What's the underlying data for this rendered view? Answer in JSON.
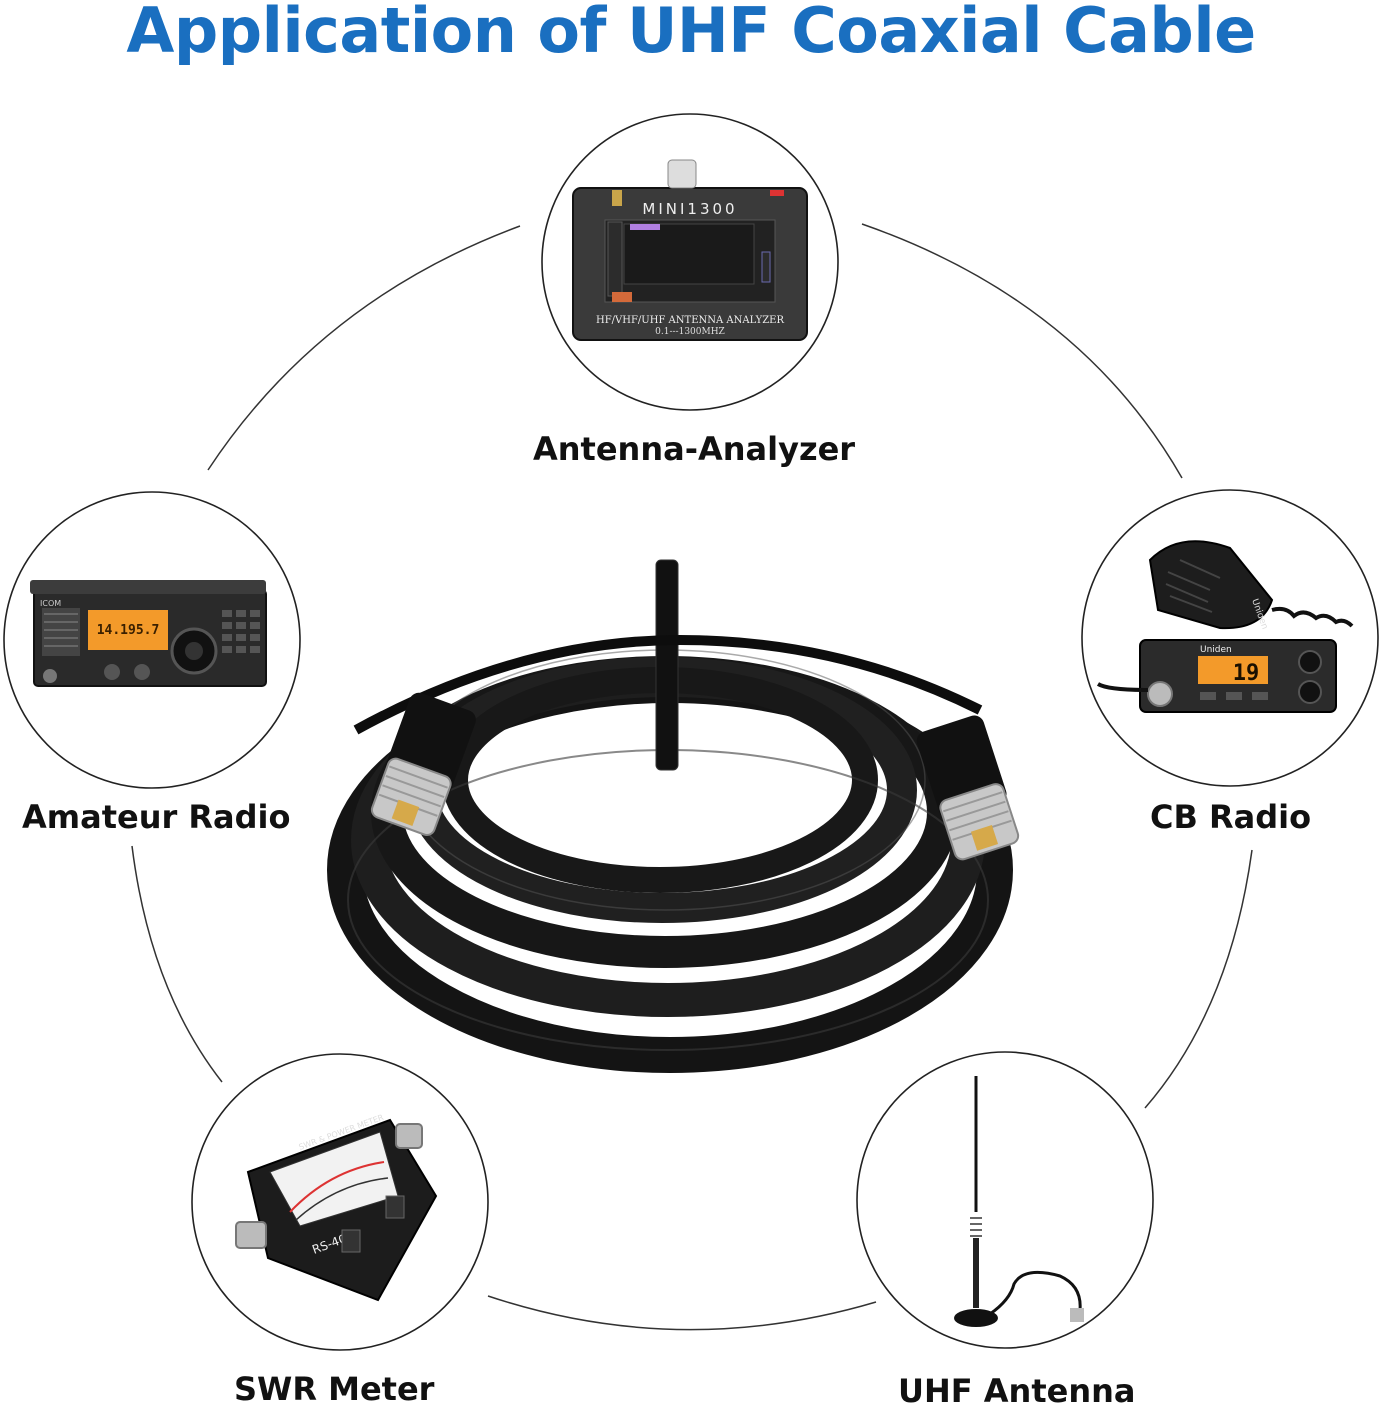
{
  "title": "Application of UHF Coaxial Cable",
  "devices": [
    {
      "id": "analyzer",
      "label": "Antenna-Analyzer",
      "screen_brand": "MINI1300",
      "screen_caption": "HF/VHF/UHF ANTENNA ANALYZER",
      "screen_range": "0.1---1300MHZ"
    },
    {
      "id": "amateur",
      "label": "Amateur Radio",
      "screen_freq": "14.195.7",
      "brand": "ICOM"
    },
    {
      "id": "cb",
      "label": "CB Radio",
      "brand": "Uniden",
      "screen_channel": "19"
    },
    {
      "id": "swr",
      "label": "SWR Meter",
      "model": "RS-40",
      "meter_title": "SWR & POWER METER"
    },
    {
      "id": "uhf",
      "label": "UHF Antenna"
    }
  ],
  "colors": {
    "title": "#1a6fc0",
    "label": "#111111",
    "cable": "#1b1b1b",
    "display": "#f39a2a"
  }
}
